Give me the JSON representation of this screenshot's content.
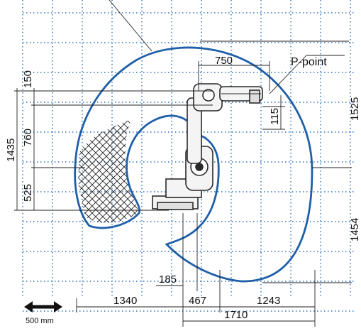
{
  "colors": {
    "grid": "#2f6fb8",
    "envelope": "#1f5fa8",
    "robot": "#2a2a2a",
    "dims": "#222222"
  },
  "labels": {
    "p_point": "P-point",
    "scale_bar": "500 mm"
  },
  "dimensions": {
    "top_reach": "750",
    "p_offset": "115",
    "left_150": "150",
    "left_760": "760",
    "left_525": "525",
    "left_1435": "1435",
    "right_1525": "1525",
    "right_1454": "1454",
    "bottom_185": "185",
    "bottom_1340": "1340",
    "bottom_467": "467",
    "bottom_1243": "1243",
    "bottom_1710": "1710"
  }
}
